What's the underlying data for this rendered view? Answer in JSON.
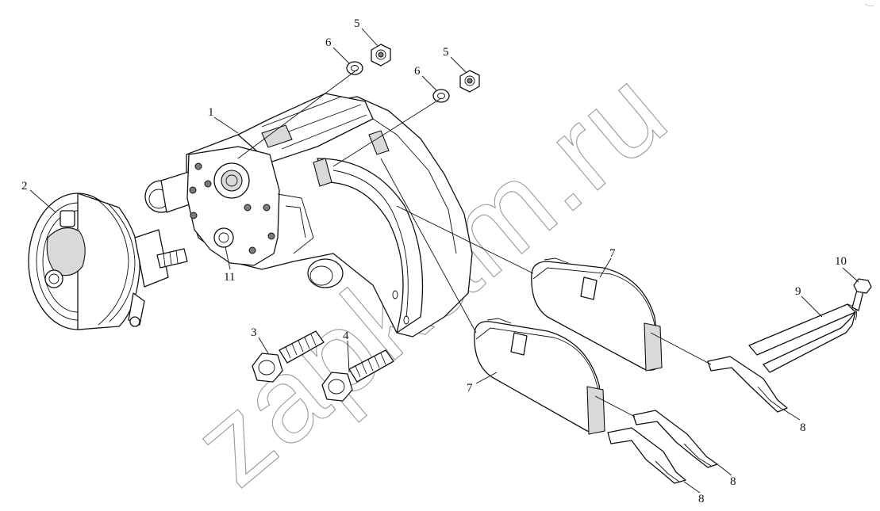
{
  "diagram": {
    "watermark": "zapkam.ru",
    "corner_mark": "ᐩ—",
    "callouts": [
      {
        "id": "c1",
        "label": "1"
      },
      {
        "id": "c2",
        "label": "2"
      },
      {
        "id": "c3",
        "label": "3"
      },
      {
        "id": "c4",
        "label": "4"
      },
      {
        "id": "c5a",
        "label": "5"
      },
      {
        "id": "c5b",
        "label": "5"
      },
      {
        "id": "c6a",
        "label": "6"
      },
      {
        "id": "c6b",
        "label": "6"
      },
      {
        "id": "c7a",
        "label": "7"
      },
      {
        "id": "c7b",
        "label": "7"
      },
      {
        "id": "c8a",
        "label": "8"
      },
      {
        "id": "c8b",
        "label": "8"
      },
      {
        "id": "c8c",
        "label": "8"
      },
      {
        "id": "c9",
        "label": "9"
      },
      {
        "id": "c10",
        "label": "10"
      },
      {
        "id": "c11",
        "label": "11"
      }
    ]
  }
}
